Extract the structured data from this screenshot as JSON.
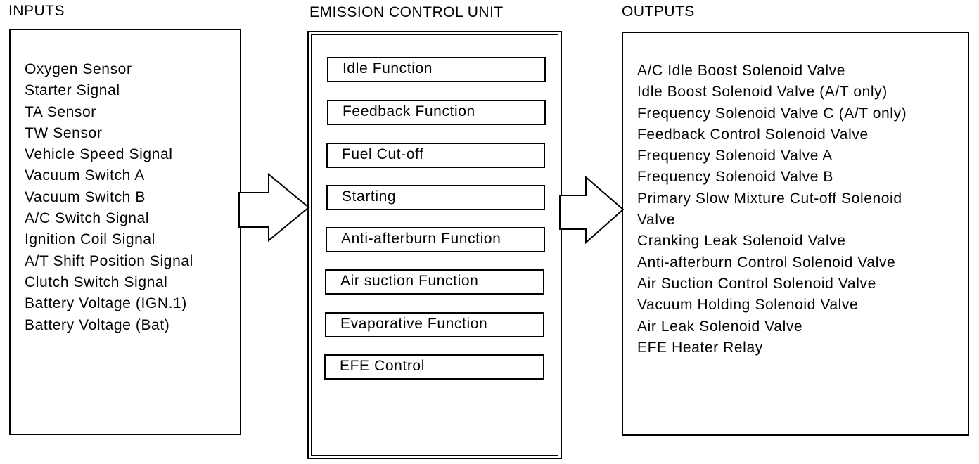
{
  "inputs": {
    "title": "INPUTS",
    "items": [
      "Oxygen Sensor",
      "Starter Signal",
      "TA Sensor",
      "TW Sensor",
      "Vehicle Speed Signal",
      "Vacuum Switch A",
      "Vacuum Switch B",
      "A/C Switch Signal",
      "Ignition Coil Signal",
      "A/T Shift Position Signal",
      "Clutch Switch Signal",
      "Battery Voltage (IGN.1)",
      "Battery Voltage (Bat)"
    ]
  },
  "ecu": {
    "title": "EMISSION CONTROL UNIT",
    "functions": [
      "Idle Function",
      "Feedback Function",
      "Fuel Cut-off",
      "Starting",
      "Anti-afterburn Function",
      "Air suction Function",
      "Evaporative Function",
      "EFE Control"
    ]
  },
  "outputs": {
    "title": "OUTPUTS",
    "items": [
      "A/C Idle Boost Solenoid Valve",
      "Idle Boost Solenoid Valve (A/T only)",
      "Frequency Solenoid Valve C (A/T only)",
      "Feedback Control Solenoid Valve",
      "Frequency Solenoid Valve A",
      "Frequency Solenoid Valve B",
      "Primary Slow Mixture Cut-off Solenoid",
      "Valve",
      "Cranking Leak Solenoid Valve",
      "Anti-afterburn Control Solenoid Valve",
      "Air Suction Control Solenoid Valve",
      "Vacuum Holding Solenoid Valve",
      "Air Leak Solenoid Valve",
      "EFE Heater Relay"
    ]
  }
}
